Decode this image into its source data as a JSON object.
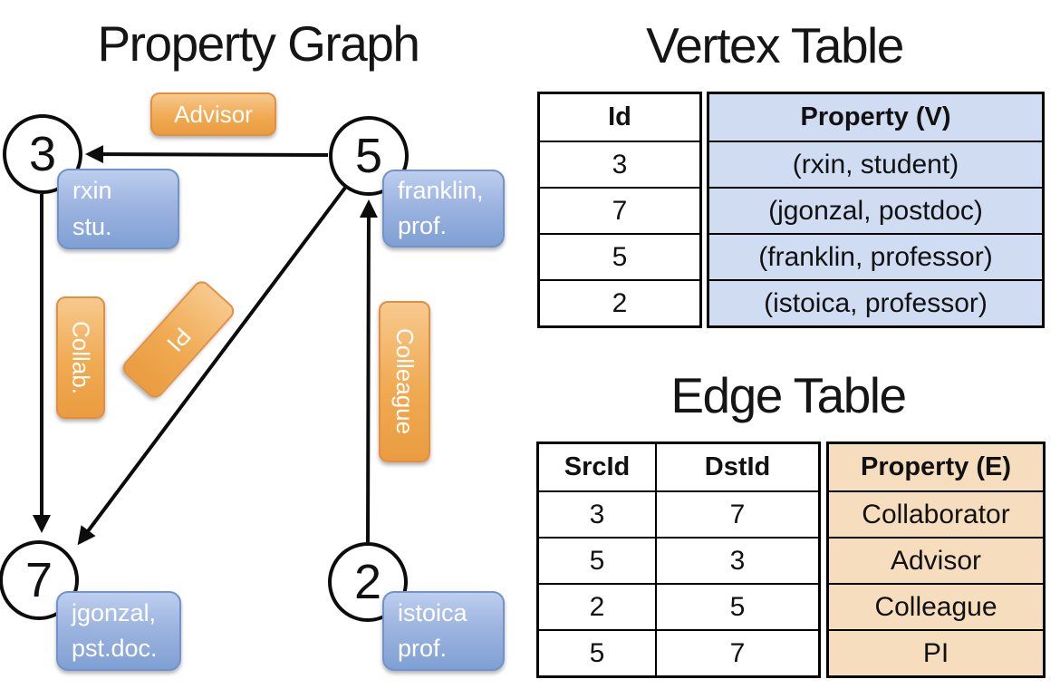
{
  "diagram": {
    "title": "Property Graph",
    "nodes": [
      {
        "id": "3",
        "property_line1": "rxin",
        "property_line2": "stu."
      },
      {
        "id": "5",
        "property_line1": "franklin,",
        "property_line2": "prof."
      },
      {
        "id": "7",
        "property_line1": "jgonzal,",
        "property_line2": "pst.doc."
      },
      {
        "id": "2",
        "property_line1": "istoica",
        "property_line2": "prof."
      }
    ],
    "edge_labels": {
      "advisor": "Advisor",
      "collab": "Collab.",
      "pi": "PI",
      "colleague": "Colleague"
    }
  },
  "vertex_table": {
    "title": "Vertex Table",
    "columns": {
      "id": "Id",
      "property": "Property (V)"
    },
    "rows": [
      {
        "id": "3",
        "property": "(rxin, student)"
      },
      {
        "id": "7",
        "property": "(jgonzal, postdoc)"
      },
      {
        "id": "5",
        "property": "(franklin, professor)"
      },
      {
        "id": "2",
        "property": "(istoica, professor)"
      }
    ]
  },
  "edge_table": {
    "title": "Edge Table",
    "columns": {
      "src": "SrcId",
      "dst": "DstId",
      "property": "Property (E)"
    },
    "rows": [
      {
        "src": "3",
        "dst": "7",
        "property": "Collaborator"
      },
      {
        "src": "5",
        "dst": "3",
        "property": "Advisor"
      },
      {
        "src": "2",
        "dst": "5",
        "property": "Colleague"
      },
      {
        "src": "5",
        "dst": "7",
        "property": "PI"
      }
    ]
  },
  "colors": {
    "edge_label_fill": "#f0aa52",
    "edge_label_border": "#e29040",
    "vertex_label_fill": "#8fa9da",
    "vertex_label_border": "#7392ca",
    "vertex_table_cell_fill": "#cfdcf1",
    "edge_table_cell_fill": "#f5ddbd",
    "line_color": "#000000"
  }
}
